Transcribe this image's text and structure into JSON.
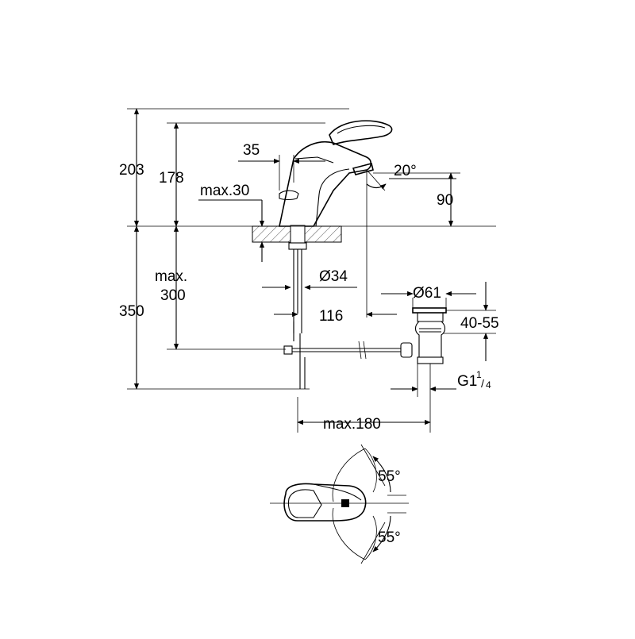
{
  "dimensions": {
    "height_total": "203",
    "height_spout": "178",
    "spout_width": "35",
    "max_deck": "max.30",
    "angle_spout": "20°",
    "spout_height": "90",
    "hole_diameter": "Ø34",
    "max_depth_1": "max.",
    "max_depth_2": "300",
    "depth_total": "350",
    "reach": "116",
    "waste_diameter": "Ø61",
    "waste_range": "40-55",
    "thread_main": "G1",
    "thread_sup": "1",
    "thread_sub": "4",
    "rod_length": "max.180",
    "lever_angle_top": "55°",
    "lever_angle_bottom": "55°"
  },
  "colors": {
    "line": "#000000",
    "background": "#ffffff"
  }
}
